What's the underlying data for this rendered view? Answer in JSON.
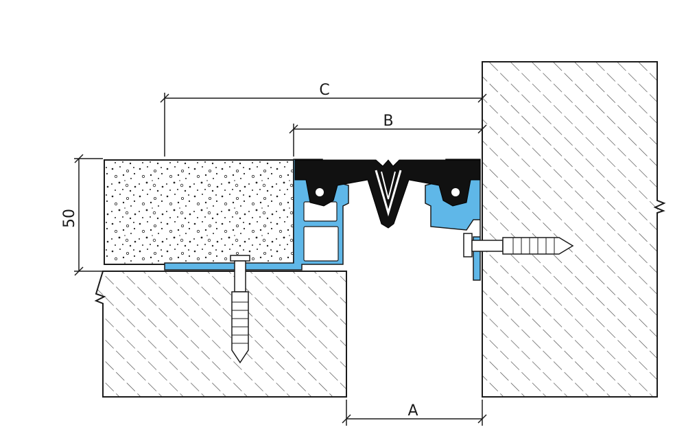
{
  "dimensions": {
    "a_label": "A",
    "b_label": "B",
    "c_label": "C",
    "height_label": "50"
  },
  "colors": {
    "aluminium": "#5fb7e8",
    "rubber": "#111111",
    "hatch": "#333333",
    "line": "#1a1a1a"
  }
}
